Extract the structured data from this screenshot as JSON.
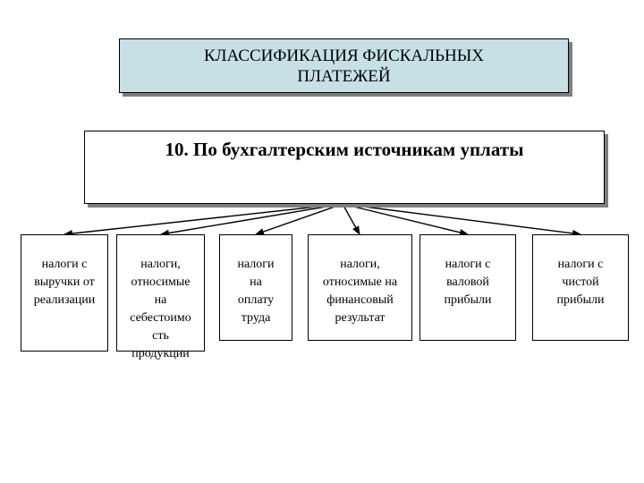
{
  "diagram": {
    "title": "КЛАССИФИКАЦИЯ ФИСКАЛЬНЫХ\nПЛАТЕЖЕЙ",
    "subtitle": "10. По бухгалтерским источникам уплаты",
    "leaves": [
      "налоги с\nвыручки от\nреализации",
      "налоги,\nотносимые\nна\nсебестоимо\nсть\nпродукции",
      "налоги\nна\nоплату\nтруда",
      "налоги,\nотносимые на\nфинансовый\nрезультат",
      "налоги с\nваловой\nприбыли",
      "налоги с\nчистой\nприбыли"
    ],
    "colors": {
      "title_background": "#c6e0e6",
      "title_shadow": "#7f7f7f",
      "subtitle_shadow": "#7f7f7f",
      "line": "#000000"
    }
  }
}
